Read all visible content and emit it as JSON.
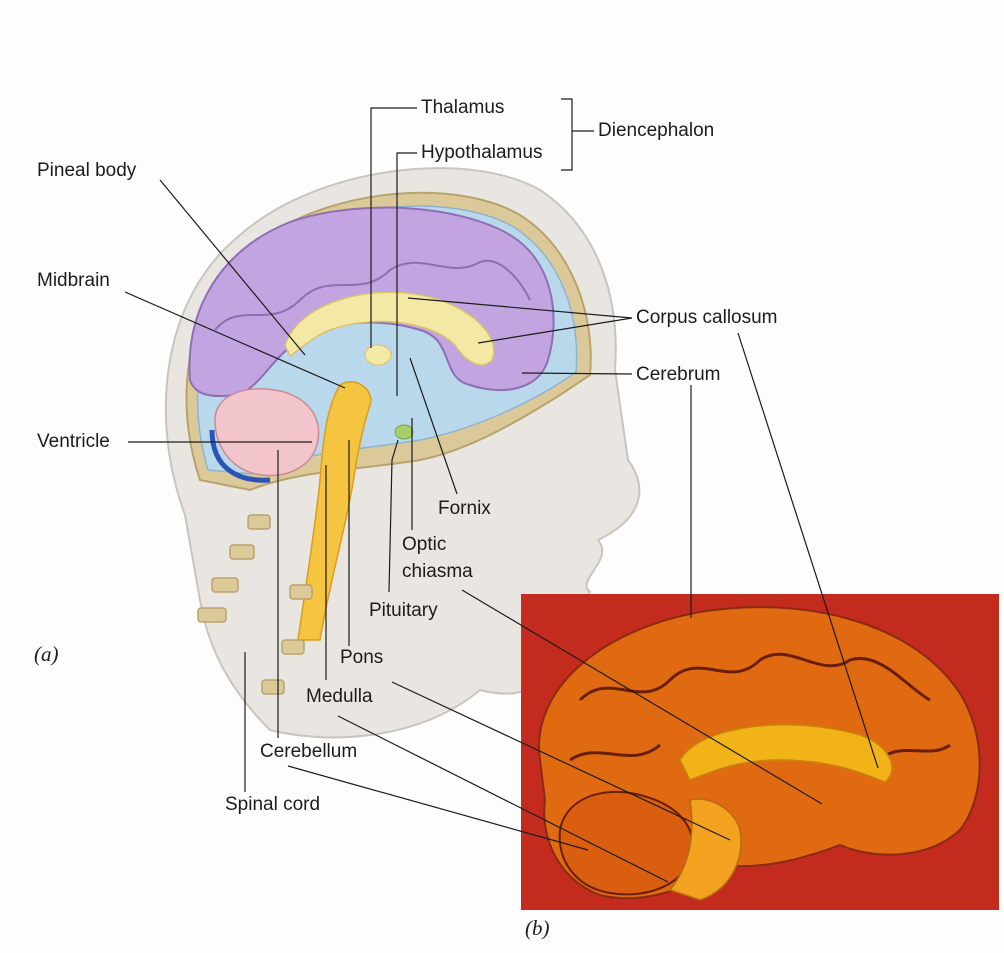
{
  "panels": {
    "a": "(a)",
    "b": "(b)"
  },
  "labels": {
    "thalamus": "Thalamus",
    "hypothalamus": "Hypothalamus",
    "diencephalon": "Diencephalon",
    "pineal_body": "Pineal body",
    "midbrain": "Midbrain",
    "corpus_callosum": "Corpus callosum",
    "cerebrum": "Cerebrum",
    "ventricle": "Ventricle",
    "fornix": "Fornix",
    "optic": "Optic",
    "chiasma": "chiasma",
    "pituitary": "Pituitary",
    "pons": "Pons",
    "medulla": "Medulla",
    "cerebellum": "Cerebellum",
    "spinal_cord": "Spinal cord"
  },
  "colors": {
    "skin": "#e9e6e2",
    "skull": "#dcc99a",
    "csf": "#b9d8ec",
    "cerebrum": "#c2a4e0",
    "corpus_callosum": "#f4e9a4",
    "cerebellum": "#f2c4cc",
    "brainstem": "#f5c542",
    "ventricle_blue": "#2a55b8",
    "photo_bg": "#c32b1f",
    "photo_brain": "#e06a12",
    "photo_highlight": "#f2b319"
  }
}
